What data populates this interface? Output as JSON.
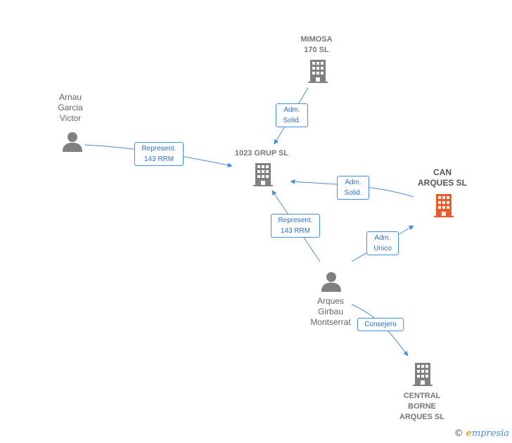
{
  "colors": {
    "edge": "#4a8fd8",
    "company": "#808080",
    "company_main": "#f05a28",
    "person": "#808080"
  },
  "nodes": {
    "mimosa": {
      "label": "MIMOSA\n170 SL",
      "type": "company",
      "icon": "building-icon"
    },
    "grup1023": {
      "label": "1023 GRUP  SL",
      "type": "company",
      "icon": "building-icon"
    },
    "can_arques": {
      "label": "CAN\nARQUES  SL",
      "type": "company_main",
      "icon": "building-icon"
    },
    "central_borne": {
      "label": "CENTRAL\nBORNE\nARQUES  SL",
      "type": "company",
      "icon": "building-icon"
    },
    "arnau": {
      "label": "Arnau\nGarcia\nVictor",
      "type": "person",
      "icon": "person-icon"
    },
    "arques_girbau": {
      "label": "Arques\nGirbau\nMontserrat",
      "type": "person",
      "icon": "person-icon"
    }
  },
  "edges": {
    "mimosa_grup": {
      "label": "Adm.\nSolid."
    },
    "arnau_grup": {
      "label": "Represent.\n143 RRM"
    },
    "can_grup": {
      "label": "Adm.\nSolid."
    },
    "arques_grup": {
      "label": "Represent.\n143 RRM"
    },
    "arques_can": {
      "label": "Adm.\nUnico"
    },
    "arques_central": {
      "label": "Consejero"
    }
  },
  "footer": {
    "copyright": "©",
    "brand_e": "e",
    "brand_rest": "mpresia"
  }
}
